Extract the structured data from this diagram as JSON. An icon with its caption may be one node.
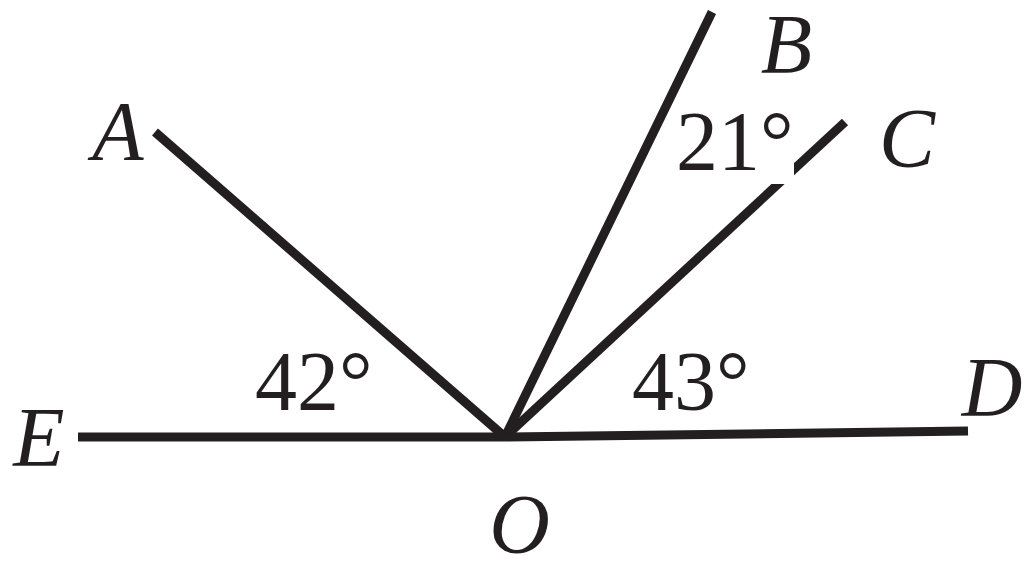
{
  "diagram": {
    "nodes": [
      {
        "text": [
          "A"
        ]
      },
      {
        "text": [
          "B"
        ]
      },
      {
        "text": [
          "C"
        ]
      },
      {
        "text": [
          "D"
        ]
      },
      {
        "text": [
          "E"
        ]
      },
      {
        "text": [
          "O"
        ]
      }
    ],
    "edges": [
      {
        "from": 5,
        "to": 0,
        "arrow": "none"
      },
      {
        "from": 5,
        "to": 1,
        "arrow": "none"
      },
      {
        "from": 5,
        "to": 2,
        "arrow": "none"
      },
      {
        "from": 5,
        "to": 3,
        "arrow": "none"
      },
      {
        "from": 5,
        "to": 4,
        "arrow": "none"
      }
    ],
    "labels": [
      "42°",
      "21°",
      "43°"
    ]
  }
}
